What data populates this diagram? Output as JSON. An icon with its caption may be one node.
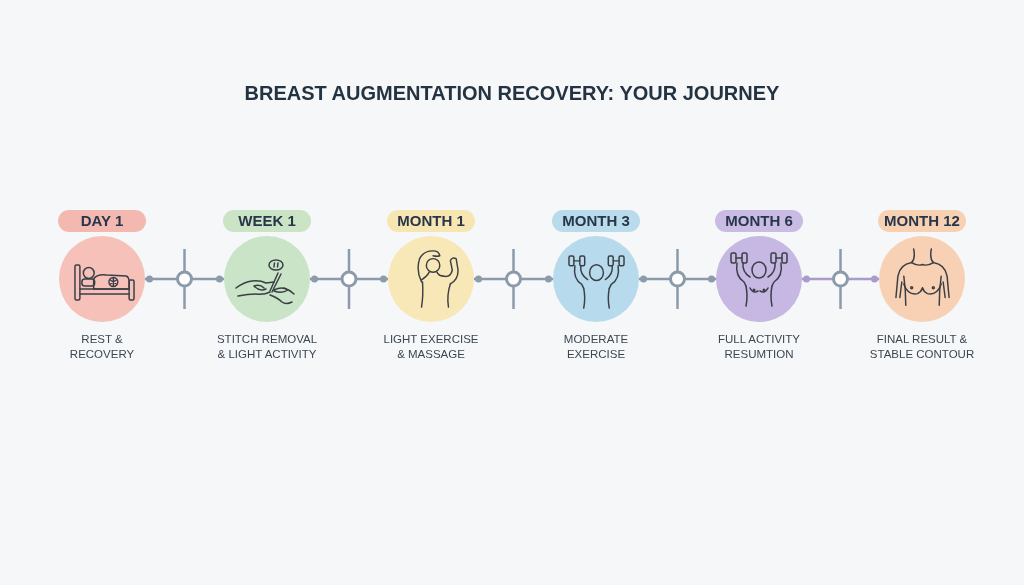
{
  "diagram": {
    "title": "BREAST AUGMENTATION RECOVERY: YOUR JOURNEY",
    "nodes": [
      {
        "text": [
          "DAY 1"
        ]
      },
      {
        "text": [],
        "shape": "circle",
        "beside": [
          "REST & RECOVERY"
        ]
      },
      {
        "text": [
          "WEEK 1"
        ]
      },
      {
        "text": [],
        "shape": "circle",
        "beside": [
          "STITCH REMOVAL & LIGHT ACTIVITY"
        ]
      },
      {
        "text": [
          "MONTH 1"
        ]
      },
      {
        "text": [],
        "shape": "circle",
        "beside": [
          "LIGHT EXERCISE & MASSAGE"
        ]
      },
      {
        "text": [
          "MONTH 3"
        ]
      },
      {
        "text": [],
        "shape": "circle",
        "beside": [
          "MODERATE EXERCISE"
        ]
      },
      {
        "text": [
          "MONTH 6"
        ]
      },
      {
        "text": [],
        "shape": "circle",
        "beside": [
          "FULL ACTIVITY RESUMTION"
        ]
      },
      {
        "text": [
          "MONTH 12"
        ]
      },
      {
        "text": [],
        "shape": "circle",
        "beside": [
          "FINAL RESULT & STABLE CONTOUR"
        ]
      }
    ],
    "edges": [
      {
        "from": 1,
        "to": 3,
        "arrow": "other"
      },
      {
        "from": 3,
        "to": 5,
        "arrow": "other"
      },
      {
        "from": 5,
        "to": 7,
        "arrow": "other"
      },
      {
        "from": 7,
        "to": 9,
        "arrow": "other"
      },
      {
        "from": 9,
        "to": 11,
        "arrow": "other",
        "color": "#a99ccc"
      }
    ]
  }
}
